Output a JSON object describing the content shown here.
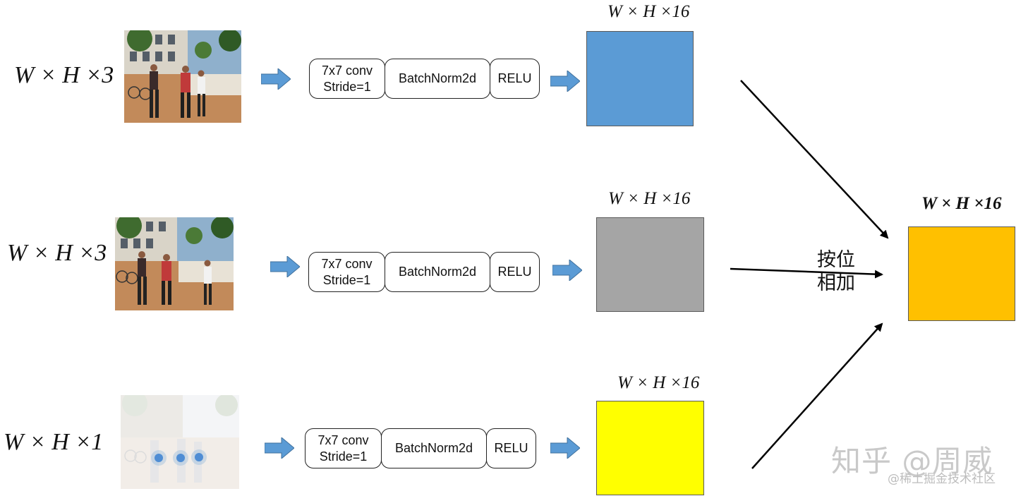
{
  "rows": [
    {
      "input_label": "W × H ×3",
      "conv_line1": "7x7 conv",
      "conv_line2": "Stride=1",
      "bn": "BatchNorm2d",
      "act": "RELU",
      "output_label": "W × H ×16",
      "feature_color": "#5b9bd5"
    },
    {
      "input_label": "W × H ×3",
      "conv_line1": "7x7 conv",
      "conv_line2": "Stride=1",
      "bn": "BatchNorm2d",
      "act": "RELU",
      "output_label": "W × H ×16",
      "feature_color": "#a5a5a5"
    },
    {
      "input_label": "W × H ×1",
      "conv_line1": "7x7 conv",
      "conv_line2": "Stride=1",
      "bn": "BatchNorm2d",
      "act": "RELU",
      "output_label": "W × H ×16",
      "feature_color": "#ffff00"
    }
  ],
  "merge": {
    "line1": "按位",
    "line2": "相加"
  },
  "final": {
    "label": "W × H ×16",
    "color": "#ffc000"
  },
  "watermark": {
    "main": "知乎 @周威",
    "sub": "@稀土掘金技术社区"
  },
  "colors": {
    "arrow_blue": "#5b9bd5",
    "line": "#000000"
  }
}
